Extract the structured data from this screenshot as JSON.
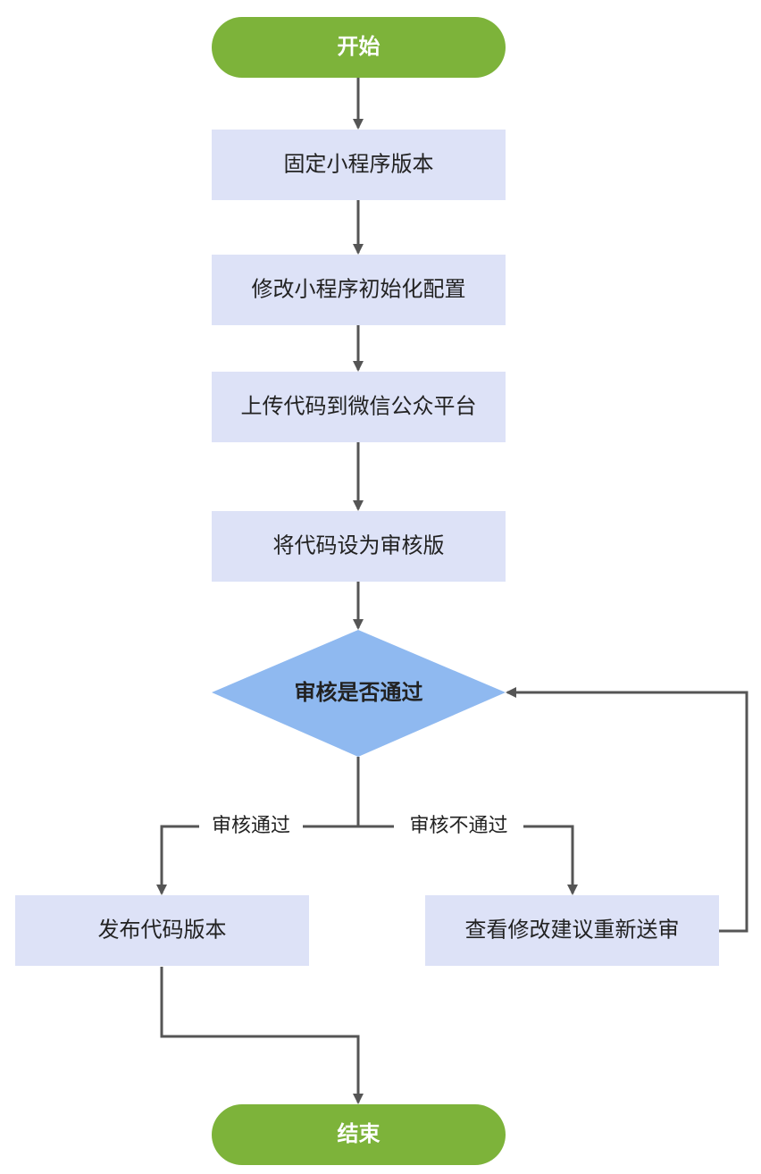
{
  "flowchart": {
    "start": "开始",
    "steps": [
      "固定小程序版本",
      "修改小程序初始化配置",
      "上传代码到微信公众平台",
      "将代码设为审核版"
    ],
    "decision": "审核是否通过",
    "branches": {
      "pass": "审核通过",
      "fail": "审核不通过"
    },
    "publish": "发布代码版本",
    "resubmit": "查看修改建议重新送审",
    "end": "结束"
  },
  "colors": {
    "terminal_fill": "#7db33a",
    "process_fill": "#dde2f7",
    "decision_fill": "#8fb9f0",
    "connector": "#555555",
    "text": "#222222"
  }
}
